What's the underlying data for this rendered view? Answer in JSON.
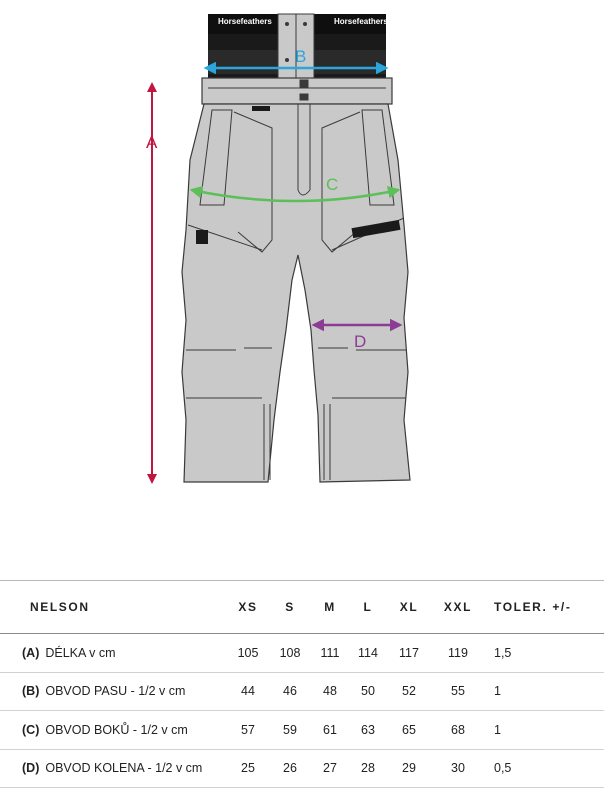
{
  "figure": {
    "brand_text": "Horsefeathers",
    "labels": {
      "A": "A",
      "B": "B",
      "C": "C",
      "D": "D"
    },
    "colors": {
      "A": "#c0163f",
      "B": "#2aa6dd",
      "C": "#5cbf58",
      "D": "#8c3c94",
      "pants_fill": "#c9c9c9",
      "pants_outline": "#3a3a3a",
      "waistband": "#1a1a1a"
    }
  },
  "table": {
    "header": {
      "name": "NELSON",
      "sizes": [
        "XS",
        "S",
        "M",
        "L",
        "XL",
        "XXL"
      ],
      "tolerance": "TOLER. +/-"
    },
    "rows": [
      {
        "code": "(A)",
        "label": "DÉLKA v cm",
        "values": [
          "105",
          "108",
          "111",
          "114",
          "117",
          "119"
        ],
        "tolerance": "1,5"
      },
      {
        "code": "(B)",
        "label": "OBVOD PASU - 1/2 v cm",
        "values": [
          "44",
          "46",
          "48",
          "50",
          "52",
          "55"
        ],
        "tolerance": "1"
      },
      {
        "code": "(C)",
        "label": "OBVOD BOKŮ - 1/2 v cm",
        "values": [
          "57",
          "59",
          "61",
          "63",
          "65",
          "68"
        ],
        "tolerance": "1"
      },
      {
        "code": "(D)",
        "label": "OBVOD KOLENA - 1/2 v cm",
        "values": [
          "25",
          "26",
          "27",
          "28",
          "29",
          "30"
        ],
        "tolerance": "0,5"
      }
    ]
  }
}
